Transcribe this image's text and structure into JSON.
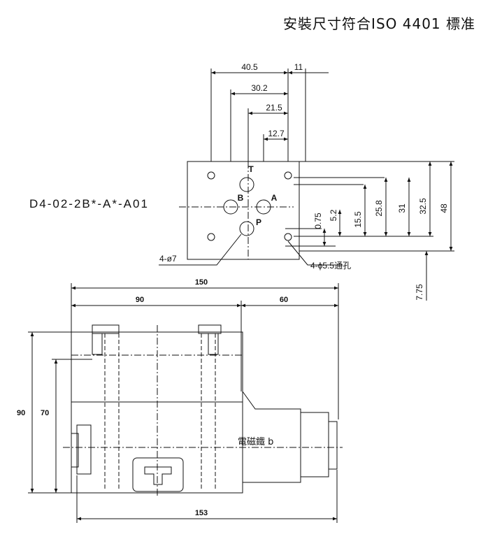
{
  "header": {
    "title": "安裝尺寸符合ISO 4401 標准"
  },
  "model_label": "D4-02-2B*-A*-A01",
  "top_view": {
    "horizontal_dims": [
      "40.5",
      "11",
      "30.2",
      "21.5",
      "12.7"
    ],
    "vertical_dims": [
      "0.75",
      "5.2",
      "15.5",
      "25.8",
      "31",
      "32.5",
      "48",
      "7.75"
    ],
    "ports": {
      "t": "T",
      "b": "B",
      "a": "A",
      "p": "P"
    },
    "callout_left": "4-ø7",
    "callout_right": "4-ϕ5.5通孔"
  },
  "front_view": {
    "dims": {
      "overall": "150",
      "left": "90",
      "right": "60",
      "bottom": "153",
      "height": "90",
      "inner_height": "70"
    },
    "solenoid_label": "電磁鐵 b"
  }
}
